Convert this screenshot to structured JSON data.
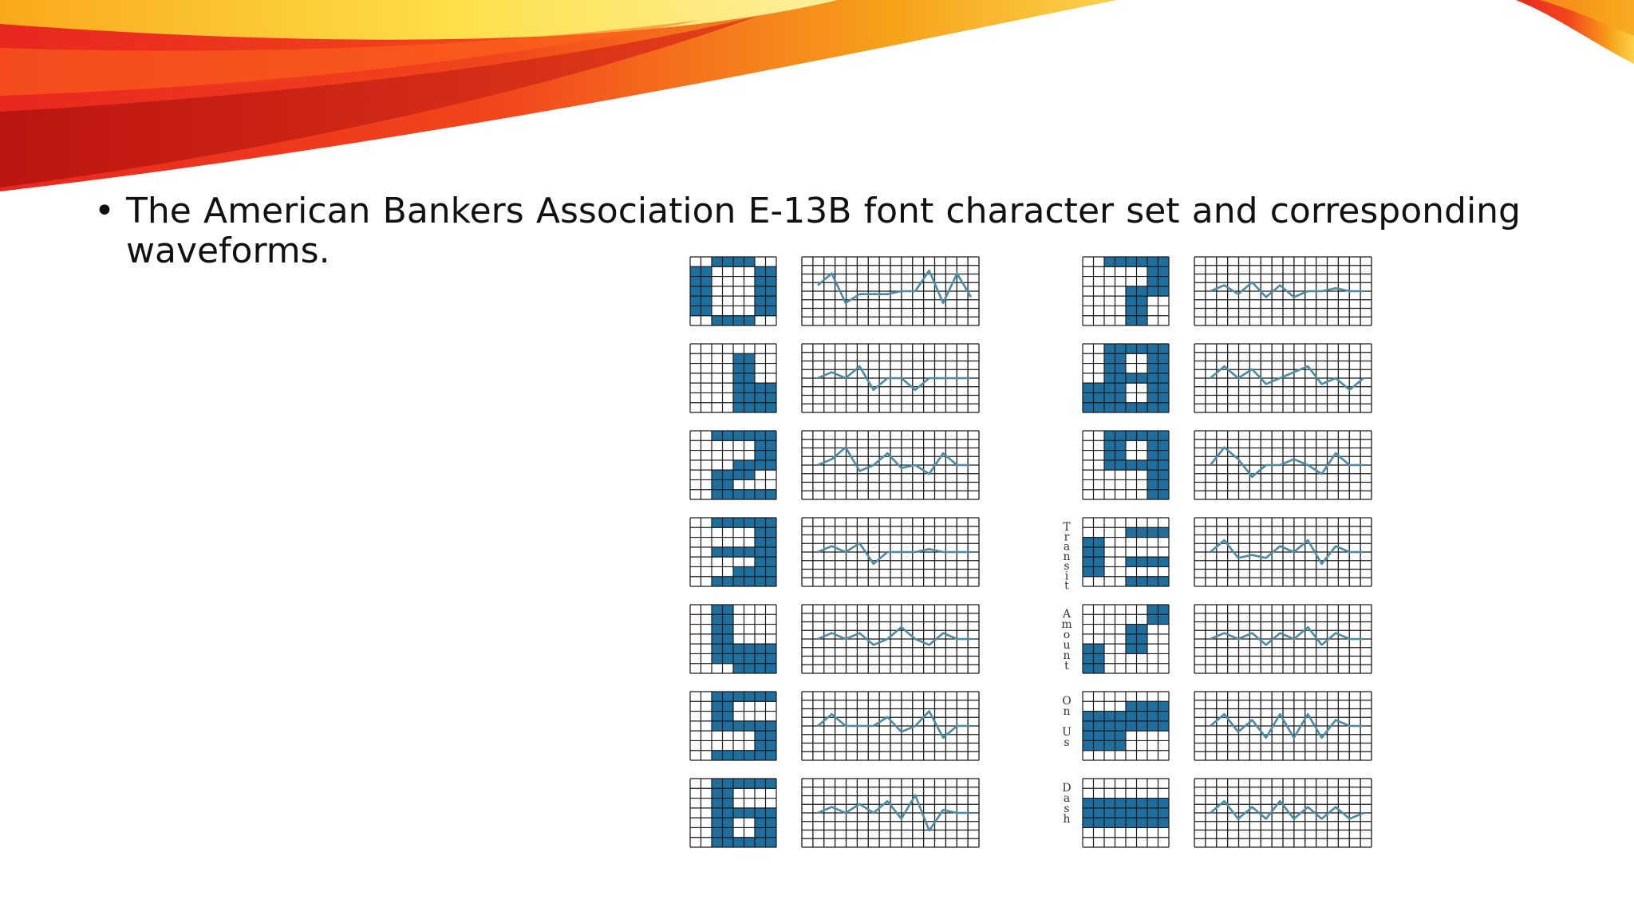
{
  "slide": {
    "bullet": "The American Bankers Association E-13B font character set and corresponding waveforms."
  },
  "figure": {
    "glyph_color": "#1f6f9e",
    "wave_color": "#4d8aa3",
    "grid_color": "#1a1a1a",
    "left_column": [
      {
        "char": "0",
        "cells": [
          "0110",
          "1001",
          "1001",
          "1001",
          "1001",
          "1001",
          "0110"
        ],
        "wave": [
          0.4,
          0.2,
          0.7,
          0.55,
          0.55,
          0.55,
          0.5,
          0.5,
          0.15,
          0.7,
          0.2,
          0.6
        ]
      },
      {
        "char": "1",
        "cells": [
          "0000",
          "0010",
          "0010",
          "0010",
          "0011",
          "0011",
          "0011"
        ],
        "wave": [
          0.5,
          0.4,
          0.5,
          0.3,
          0.7,
          0.5,
          0.5,
          0.7,
          0.5,
          0.5,
          0.5,
          0.5
        ]
      },
      {
        "char": "2",
        "cells": [
          "0111",
          "0001",
          "0001",
          "0011",
          "0110",
          "0100",
          "0111"
        ],
        "wave": [
          0.5,
          0.4,
          0.2,
          0.6,
          0.5,
          0.3,
          0.55,
          0.5,
          0.65,
          0.3,
          0.5,
          0.5
        ]
      },
      {
        "char": "3",
        "cells": [
          "0111",
          "0001",
          "0001",
          "0111",
          "0001",
          "0011",
          "0111"
        ],
        "wave": [
          0.5,
          0.4,
          0.5,
          0.35,
          0.7,
          0.5,
          0.5,
          0.5,
          0.45,
          0.5,
          0.5,
          0.5
        ]
      },
      {
        "char": "4",
        "cells": [
          "0100",
          "0100",
          "0100",
          "0100",
          "0111",
          "0111",
          "0011"
        ],
        "wave": [
          0.5,
          0.4,
          0.5,
          0.4,
          0.6,
          0.5,
          0.3,
          0.5,
          0.6,
          0.4,
          0.5,
          0.5
        ]
      },
      {
        "char": "5",
        "cells": [
          "0111",
          "0100",
          "0100",
          "0111",
          "0001",
          "0001",
          "0111"
        ],
        "wave": [
          0.5,
          0.3,
          0.5,
          0.5,
          0.5,
          0.35,
          0.6,
          0.5,
          0.25,
          0.7,
          0.5,
          0.5
        ]
      },
      {
        "char": "6",
        "cells": [
          "0111",
          "0100",
          "0100",
          "0111",
          "0101",
          "0101",
          "0111"
        ],
        "wave": [
          0.5,
          0.4,
          0.5,
          0.35,
          0.5,
          0.3,
          0.6,
          0.2,
          0.8,
          0.45,
          0.5,
          0.5
        ]
      }
    ],
    "right_column": [
      {
        "char": "7",
        "label": "",
        "cells": [
          "0111",
          "0001",
          "0001",
          "0011",
          "0010",
          "0010",
          "0010"
        ],
        "wave": [
          0.5,
          0.4,
          0.55,
          0.35,
          0.6,
          0.4,
          0.6,
          0.5,
          0.5,
          0.45,
          0.5,
          0.5
        ]
      },
      {
        "char": "8",
        "label": "",
        "cells": [
          "0111",
          "0101",
          "0101",
          "0111",
          "1101",
          "1101",
          "1111"
        ],
        "wave": [
          0.5,
          0.3,
          0.5,
          0.35,
          0.6,
          0.5,
          0.4,
          0.3,
          0.6,
          0.5,
          0.7,
          0.5
        ]
      },
      {
        "char": "9",
        "label": "",
        "cells": [
          "0111",
          "0101",
          "0101",
          "0111",
          "0001",
          "0001",
          "0001"
        ],
        "wave": [
          0.5,
          0.2,
          0.4,
          0.7,
          0.5,
          0.5,
          0.4,
          0.5,
          0.65,
          0.3,
          0.5,
          0.5
        ]
      },
      {
        "char": "Transit",
        "label": "Transit",
        "cells": [
          "0000",
          "0011",
          "1000",
          "1000",
          "1011",
          "1000",
          "0011"
        ],
        "wave": [
          0.5,
          0.3,
          0.6,
          0.55,
          0.6,
          0.4,
          0.5,
          0.3,
          0.7,
          0.4,
          0.5,
          0.5
        ]
      },
      {
        "char": "Amount",
        "label": "Amount",
        "cells": [
          "0001",
          "0001",
          "0010",
          "0010",
          "1010",
          "1000",
          "1000"
        ],
        "wave": [
          0.5,
          0.4,
          0.5,
          0.4,
          0.6,
          0.4,
          0.5,
          0.3,
          0.6,
          0.4,
          0.5,
          0.5
        ]
      },
      {
        "char": "On Us",
        "label": "On Us",
        "cells": [
          "0000",
          "0011",
          "1111",
          "1111",
          "1100",
          "1100",
          "0000"
        ],
        "wave": [
          0.5,
          0.3,
          0.6,
          0.4,
          0.7,
          0.3,
          0.7,
          0.3,
          0.7,
          0.4,
          0.5,
          0.5
        ]
      },
      {
        "char": "Dash",
        "label": "Dash",
        "cells": [
          "0000",
          "0000",
          "1111",
          "1111",
          "1111",
          "0000",
          "0000"
        ],
        "wave": [
          0.5,
          0.3,
          0.6,
          0.4,
          0.6,
          0.3,
          0.6,
          0.4,
          0.6,
          0.4,
          0.6,
          0.5
        ]
      }
    ]
  }
}
